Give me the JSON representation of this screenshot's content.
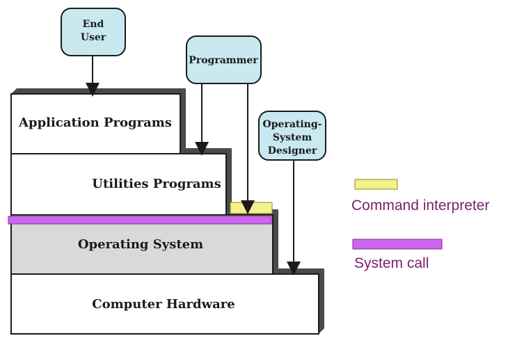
{
  "layers": {
    "application": "Application Programs",
    "utilities": "Utilities  Programs",
    "operating_system": "Operating System",
    "hardware": "Computer Hardware"
  },
  "actors": {
    "end_user": [
      "End",
      "User"
    ],
    "programmer": [
      "Programmer"
    ],
    "os_designer": [
      "Operating-",
      "System",
      "Designer"
    ]
  },
  "legend": {
    "command_interpreter": "Command interpreter",
    "system_call": "System call"
  },
  "colors": {
    "actor_fill": "#c9e8f0",
    "os_fill": "#d9d9d9",
    "layer_fill": "#ffffff",
    "block_shadow": "#4a4a4a",
    "command_interpreter": "#f4f08a",
    "system_call": "#cc66ee",
    "legend_text": "#7a1f6e"
  }
}
